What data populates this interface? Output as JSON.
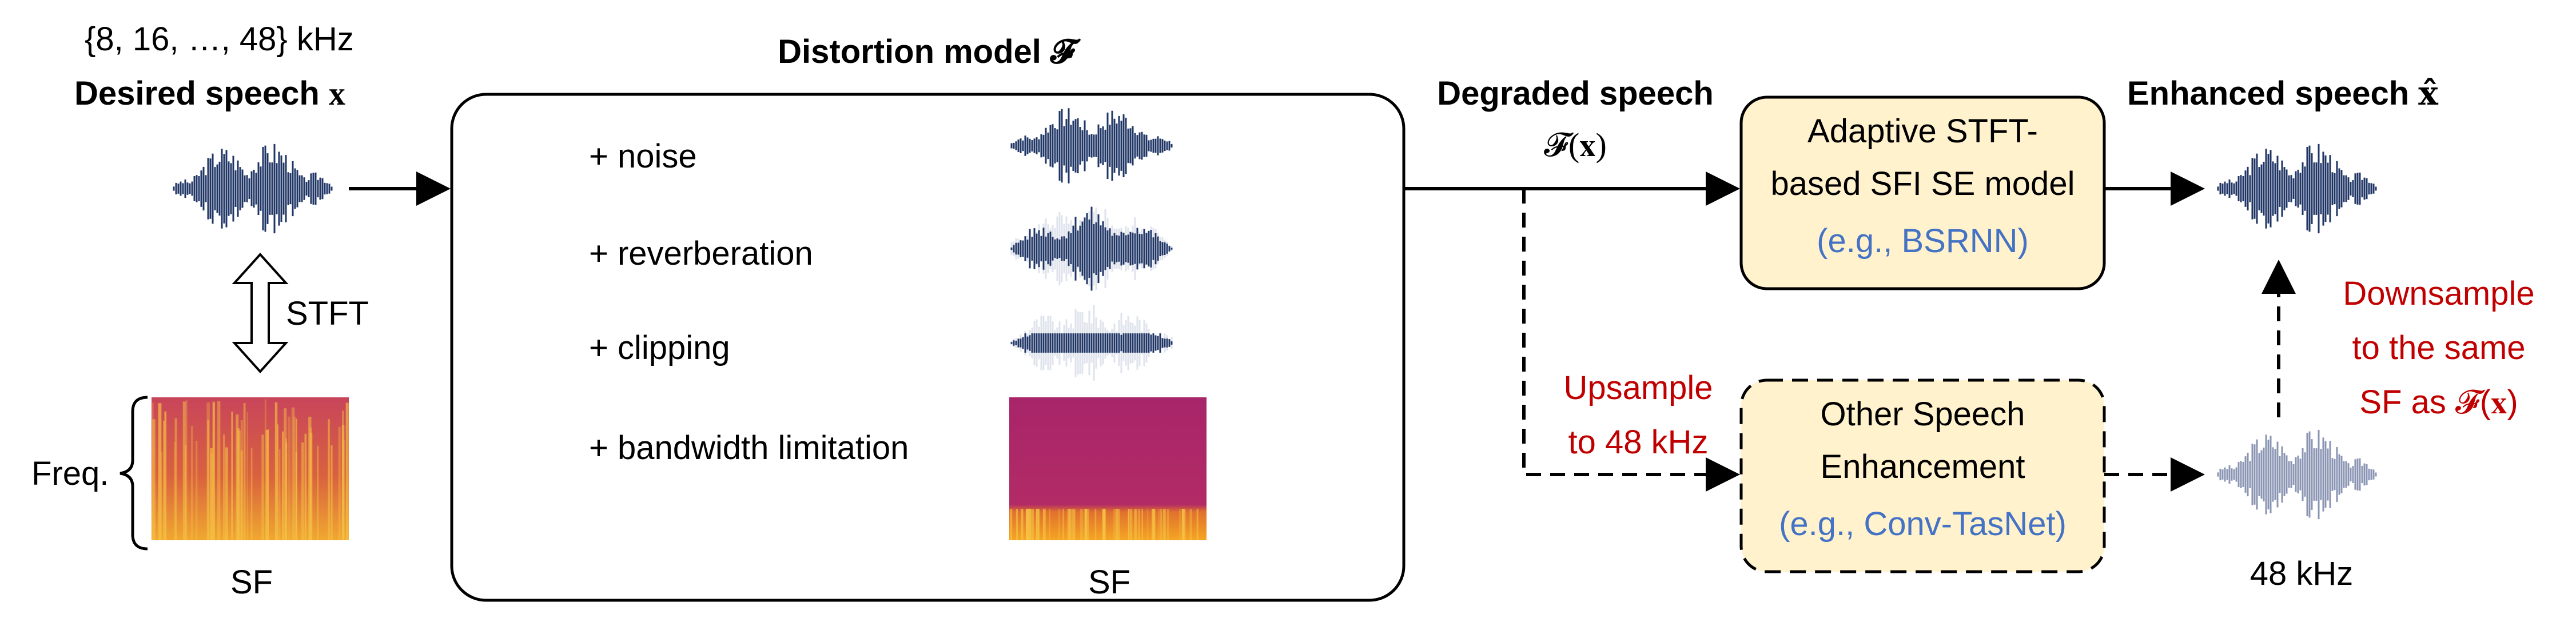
{
  "colors": {
    "wave": "#1f3566",
    "wave_light": "#8a94b3",
    "box_fill": "#fff2cc",
    "red": "#c00000",
    "blue": "#4472c4"
  },
  "input": {
    "sf_set": "{8, 16, …, 48} kHz",
    "title": "Desired speech",
    "symbol": "x",
    "transform": "STFT",
    "freq_label": "Freq.",
    "sf_label": "SF"
  },
  "distortion": {
    "title": "Distortion model",
    "symbol": "𝓕",
    "items": [
      "+ noise",
      "+ reverberation",
      "+ clipping",
      "+ bandwidth limitation"
    ],
    "sf_label": "SF"
  },
  "degraded": {
    "title": "Degraded speech",
    "symbol": "𝓕(𝐱)"
  },
  "adaptive": {
    "line1": "Adaptive STFT-",
    "line2": "based SFI SE model",
    "example": "(e.g., BSRNN)"
  },
  "other": {
    "line1": "Other Speech",
    "line2": "Enhancement",
    "example": "(e.g., Conv-TasNet)"
  },
  "enhanced": {
    "title": "Enhanced speech",
    "symbol": "𝐱̂"
  },
  "upsample": {
    "line1": "Upsample",
    "line2": "to 48 kHz"
  },
  "downsample": {
    "line1": "Downsample",
    "line2": "to the same",
    "line3": "SF as 𝓕(𝐱)"
  },
  "output_48k_label": "48 kHz"
}
